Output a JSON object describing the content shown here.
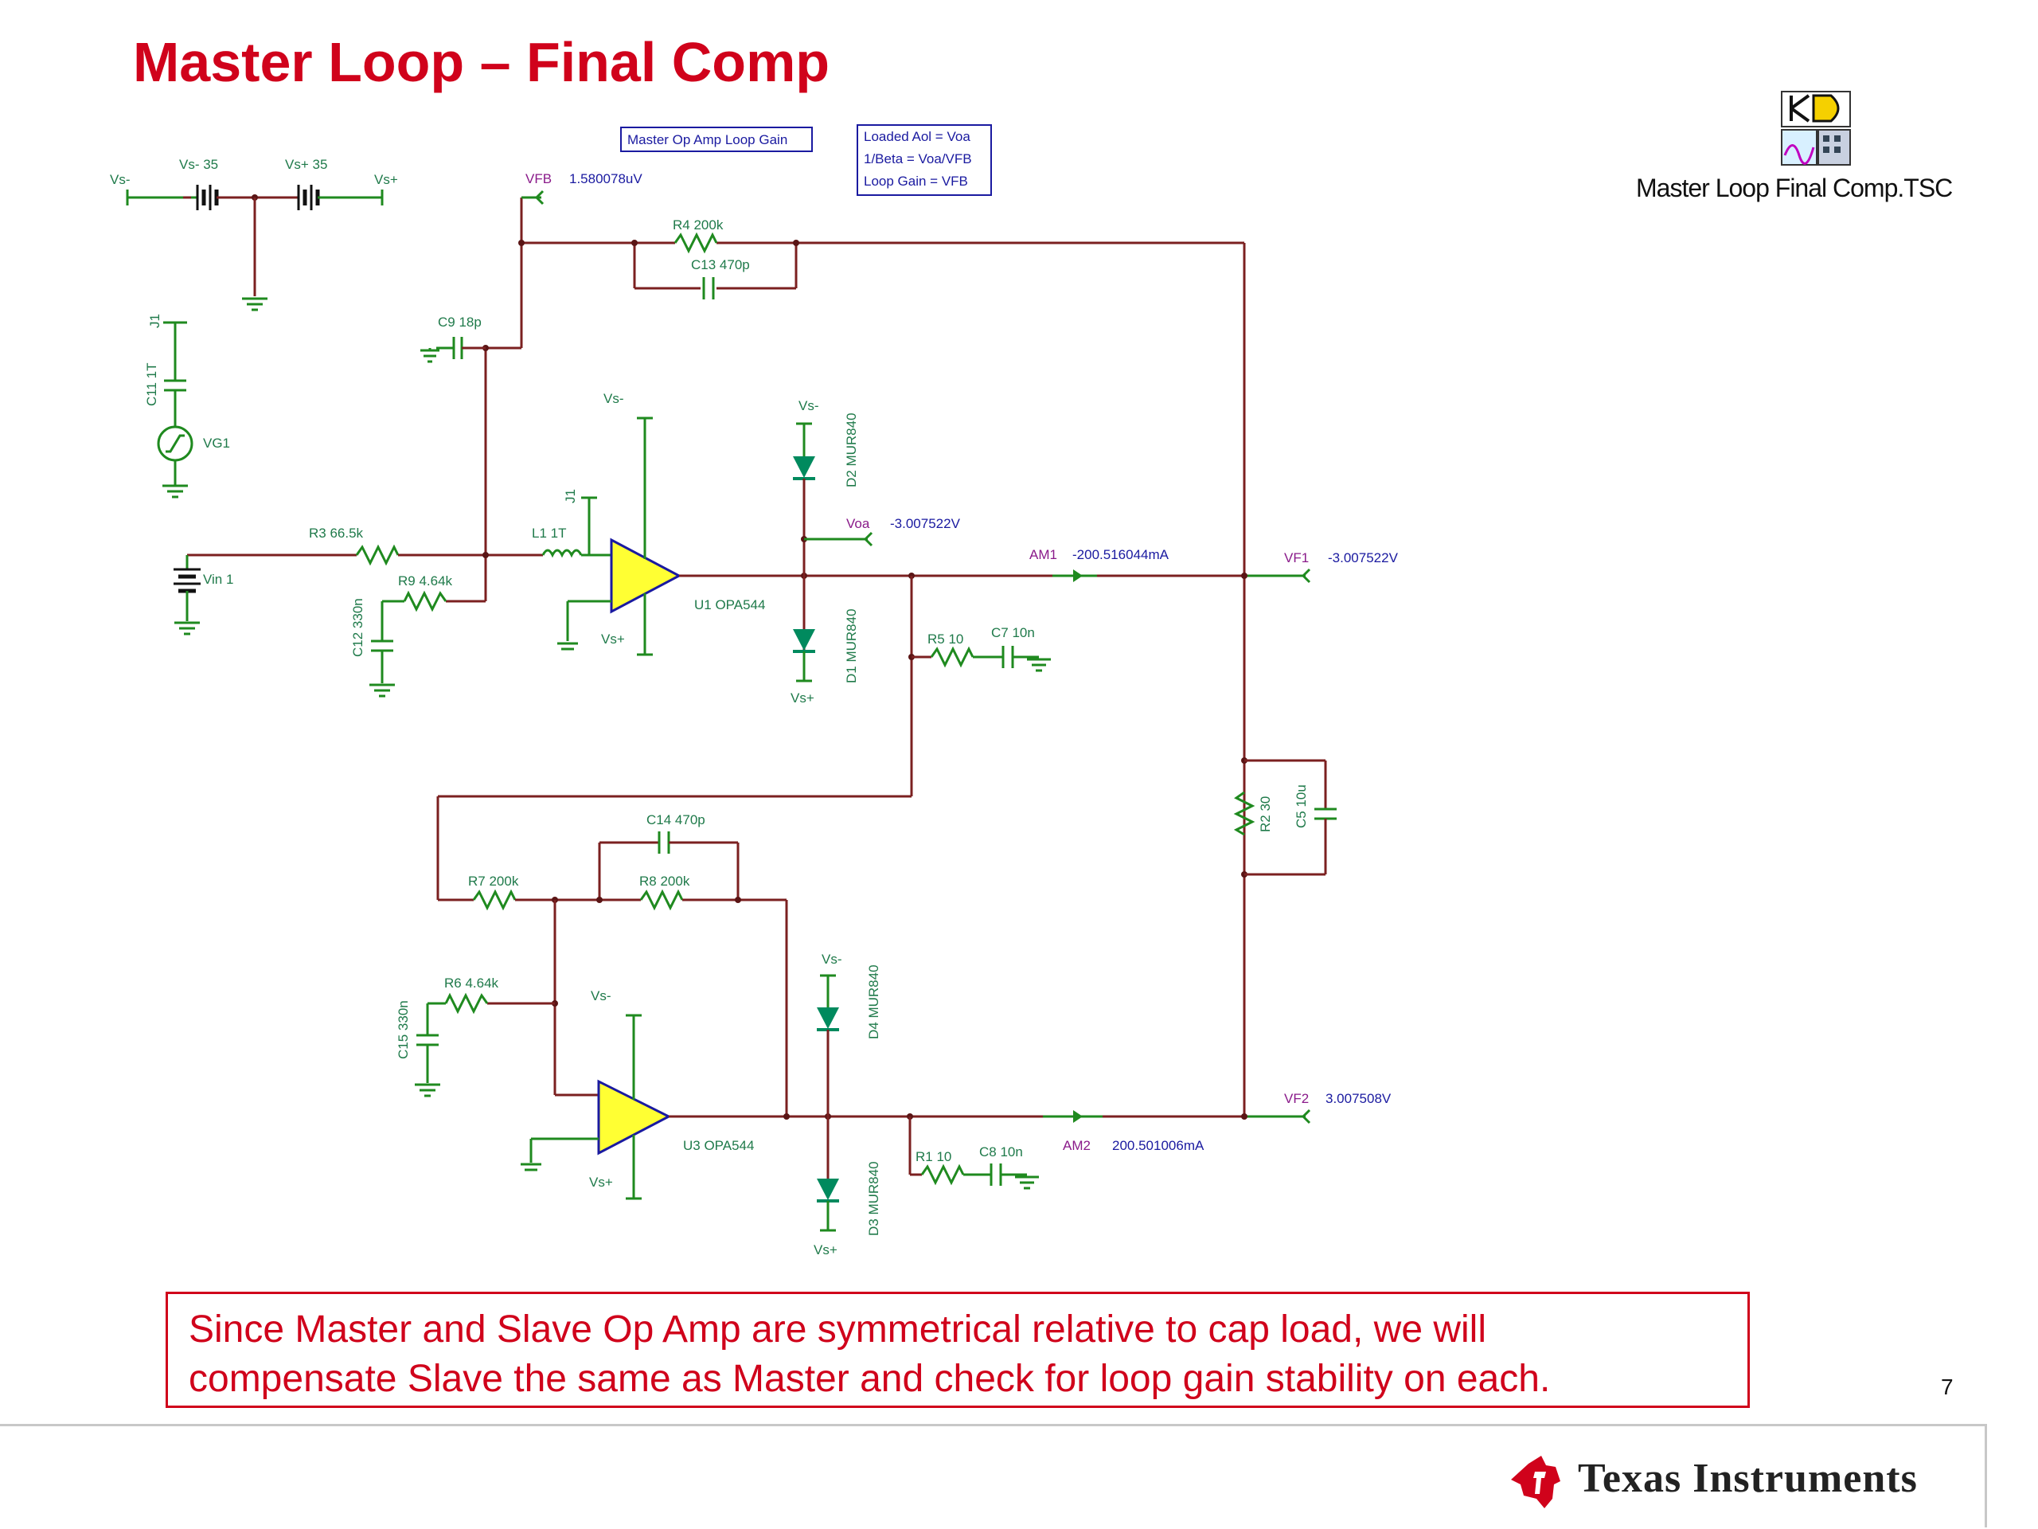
{
  "slide": {
    "title": "Master Loop – Final Comp",
    "file_label": "Master Loop Final Comp.TSC",
    "page_number": "7",
    "note_line1": "Since Master and Slave Op Amp are symmetrical relative to cap load, we will",
    "note_line2": "compensate Slave the same as Master and check for loop gain stability on each.",
    "footer_brand": "Texas Instruments",
    "footer_color": "#d0021b"
  },
  "schematic": {
    "boxes": {
      "master_loop_gain": "Master Op Amp Loop Gain",
      "loaded_aol": "Loaded Aol = Voa",
      "one_over_beta": "1/Beta = Voa/VFB",
      "loop_gain": "Loop Gain = VFB"
    },
    "supply": {
      "vs_minus_left": "Vs-",
      "vs_minus_35": "Vs- 35",
      "vs_plus_35": "Vs+ 35",
      "vs_plus_right": "Vs+"
    },
    "probes": {
      "vfb_name": "VFB",
      "vfb_value": "1.580078uV",
      "voa_name": "Voa",
      "voa_value": "-3.007522V",
      "am1_name": "AM1",
      "am1_value": "-200.516044mA",
      "vf1_name": "VF1",
      "vf1_value": "-3.007522V",
      "vf2_name": "VF2",
      "vf2_value": "3.007508V",
      "am2_name": "AM2",
      "am2_value": "200.501006mA"
    },
    "components": {
      "r4": "R4 200k",
      "c13": "C13 470p",
      "c9": "C9 18p",
      "j1_top": "J1",
      "c11": "C11 1T",
      "vg1": "VG1",
      "r3": "R3 66.5k",
      "vin1": "Vin 1",
      "r9": "R9 4.64k",
      "c12": "C12 330n",
      "l1": "L1 1T",
      "j1_mid": "J1",
      "u1_vs_minus": "Vs-",
      "u1_vs_plus": "Vs+",
      "u1": "U1 OPA544",
      "d2_vs": "Vs-",
      "d2": "D2 MUR840",
      "d1": "D1 MUR840",
      "d1_vs": "Vs+",
      "r5": "R5 10",
      "c7": "C7 10n",
      "r2": "R2 30",
      "c5": "C5 10u",
      "c14": "C14 470p",
      "r7": "R7 200k",
      "r8": "R8 200k",
      "r6": "R6 4.64k",
      "c15": "C15 330n",
      "u3_vs_minus": "Vs-",
      "u3_vs_plus": "Vs+",
      "u3": "U3 OPA544",
      "d4_vs": "Vs-",
      "d4": "D4 MUR840",
      "d3": "D3 MUR840",
      "d3_vs": "Vs+",
      "r1": "R1 10",
      "c8": "C8 10n"
    }
  }
}
